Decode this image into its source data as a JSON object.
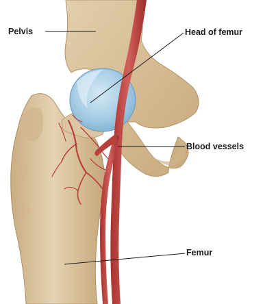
{
  "labels": {
    "pelvis": "Pelvis",
    "head_of_femur": "Head of femur",
    "blood_vessels": "Blood vessels",
    "femur": "Femur"
  },
  "colors": {
    "bone": "#d9c4a0",
    "bone_shadow": "#b89a6e",
    "cartilage": "#a9cfe6",
    "vessel": "#c0504d",
    "vessel_dark": "#9a2f2c",
    "leader_line": "#1a1a1a"
  }
}
